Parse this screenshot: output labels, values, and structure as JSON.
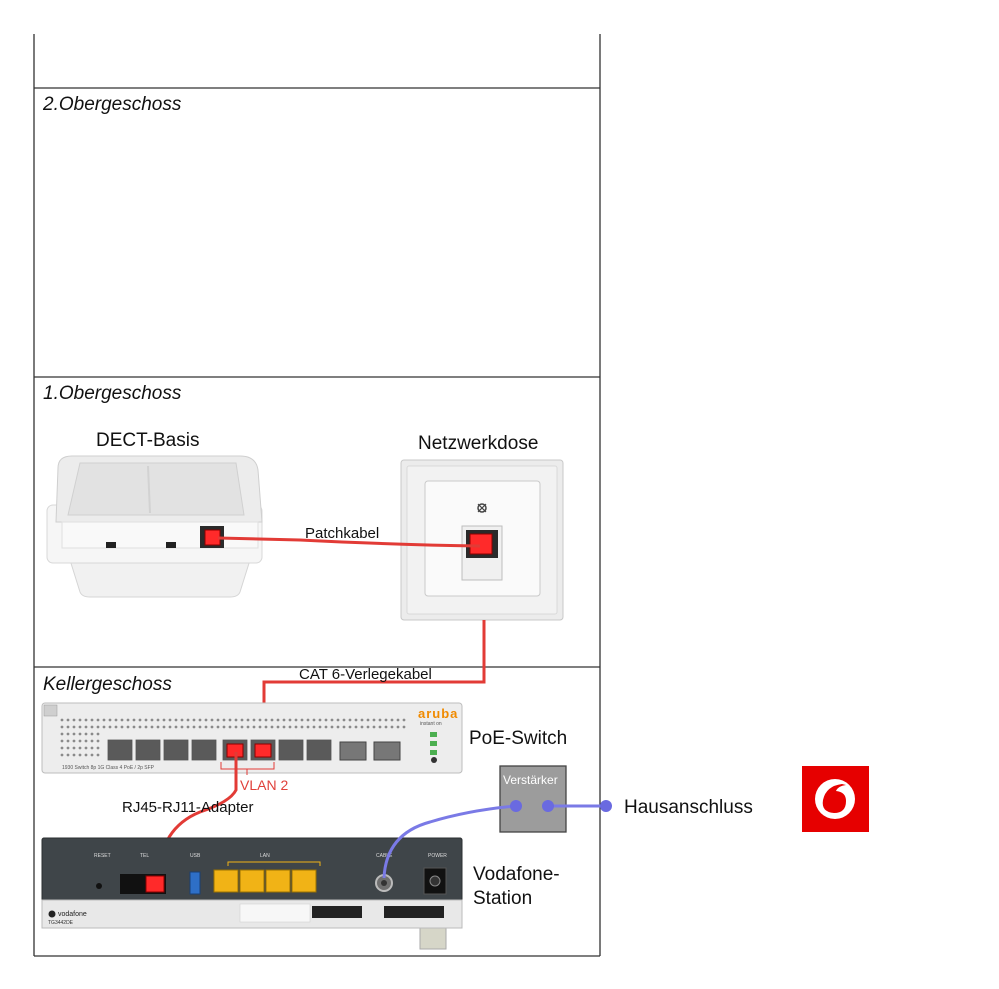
{
  "floors": {
    "top_empty": "",
    "second": "2.Obergeschoss",
    "first": "1.Obergeschoss",
    "basement": "Kellergeschoss"
  },
  "devices": {
    "dect_base": "DECT-Basis",
    "network_socket": "Netzwerkdose",
    "poe_switch": "PoE-Switch",
    "vodafone_station_line1": "Vodafone-",
    "vodafone_station_line2": "Station",
    "amplifier": "Verstärker",
    "house_connection": "Hausanschluss"
  },
  "cables": {
    "patch_cable": "Patchkabel",
    "cat6_cable": "CAT 6-Verlegekabel",
    "adapter": "RJ45-RJ11-Adapter",
    "vlan": "VLAN 2"
  },
  "switch_branding": {
    "brand": "aruba",
    "series": "instant on",
    "model_text": "1930 Switch   8p 1G Class 4 PoE / 2p SFP"
  },
  "router_panel": {
    "reset": "RESET",
    "tel": "TEL",
    "usb": "USB",
    "lan": "LAN",
    "cable": "CABLE",
    "power": "POWER",
    "brand": "vodafone",
    "model": "TG3442DE"
  },
  "colors": {
    "cat6_red": "#e23b36",
    "coax_blue": "#7a7ae6",
    "port_red": "#ff2a2a",
    "lan_yellow": "#f1b316",
    "vodafone_red": "#e60000"
  }
}
